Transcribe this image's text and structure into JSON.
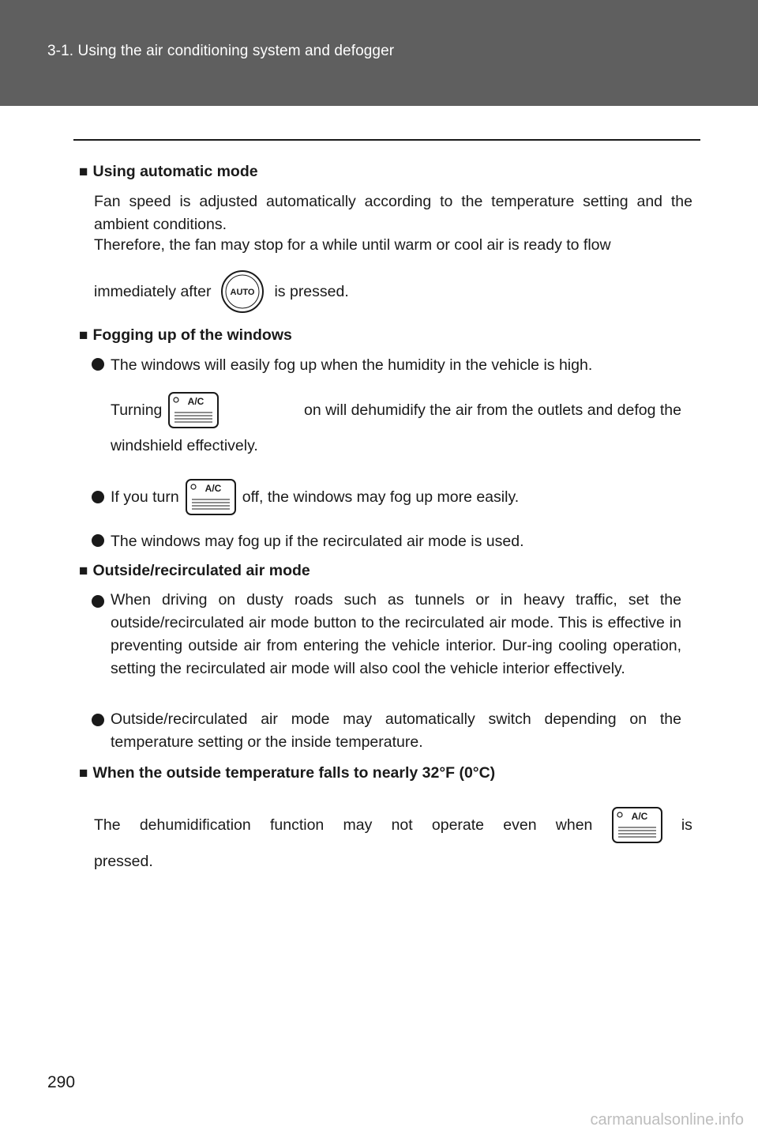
{
  "header": {
    "title": "3-1. Using the air conditioning system and defogger"
  },
  "sections": {
    "auto": {
      "heading": "Using automatic mode",
      "body": "Fan speed is adjusted automatically according to the temperature setting and the ambient conditions.",
      "line2": "Therefore, the fan may stop for a while until warm or cool air is ready to flow",
      "line3_before": "immediately after",
      "line3_after": "is pressed.",
      "button": "AUTO"
    },
    "fog": {
      "heading": "Fogging up of the windows",
      "b1_line1": "The windows will easily fog up when the humidity in the vehicle is high.",
      "b1_turning": "Turning",
      "b1_rest": "on will dehumidify the air from the outlets and defog the",
      "b1_line3": "windshield effectively.",
      "b2_before": "If you turn",
      "b2_after": "off, the windows may fog up more easily.",
      "b3": "The windows may fog up if the recirculated air mode is used.",
      "button": "A/C"
    },
    "recirc": {
      "heading": "Outside/recirculated air mode",
      "b1": "When driving on dusty roads such as tunnels or in heavy traffic, set the outside/recirculated air mode button to the recirculated air mode. This is effective in preventing outside air from entering the vehicle interior. Dur-ing cooling operation, setting the recirculated air mode will also cool the vehicle interior effectively.",
      "b2": "Outside/recirculated air mode may automatically switch depending on the temperature setting or the inside temperature."
    },
    "cold": {
      "heading": "When the outside temperature falls to nearly 32°F (0°C)",
      "words": [
        "The",
        "dehumidification",
        "function",
        "may",
        "not",
        "operate",
        "even",
        "when"
      ],
      "is": "is",
      "line2": "pressed.",
      "button": "A/C"
    }
  },
  "page_number": "290",
  "watermark": "carmanualsonline.info"
}
